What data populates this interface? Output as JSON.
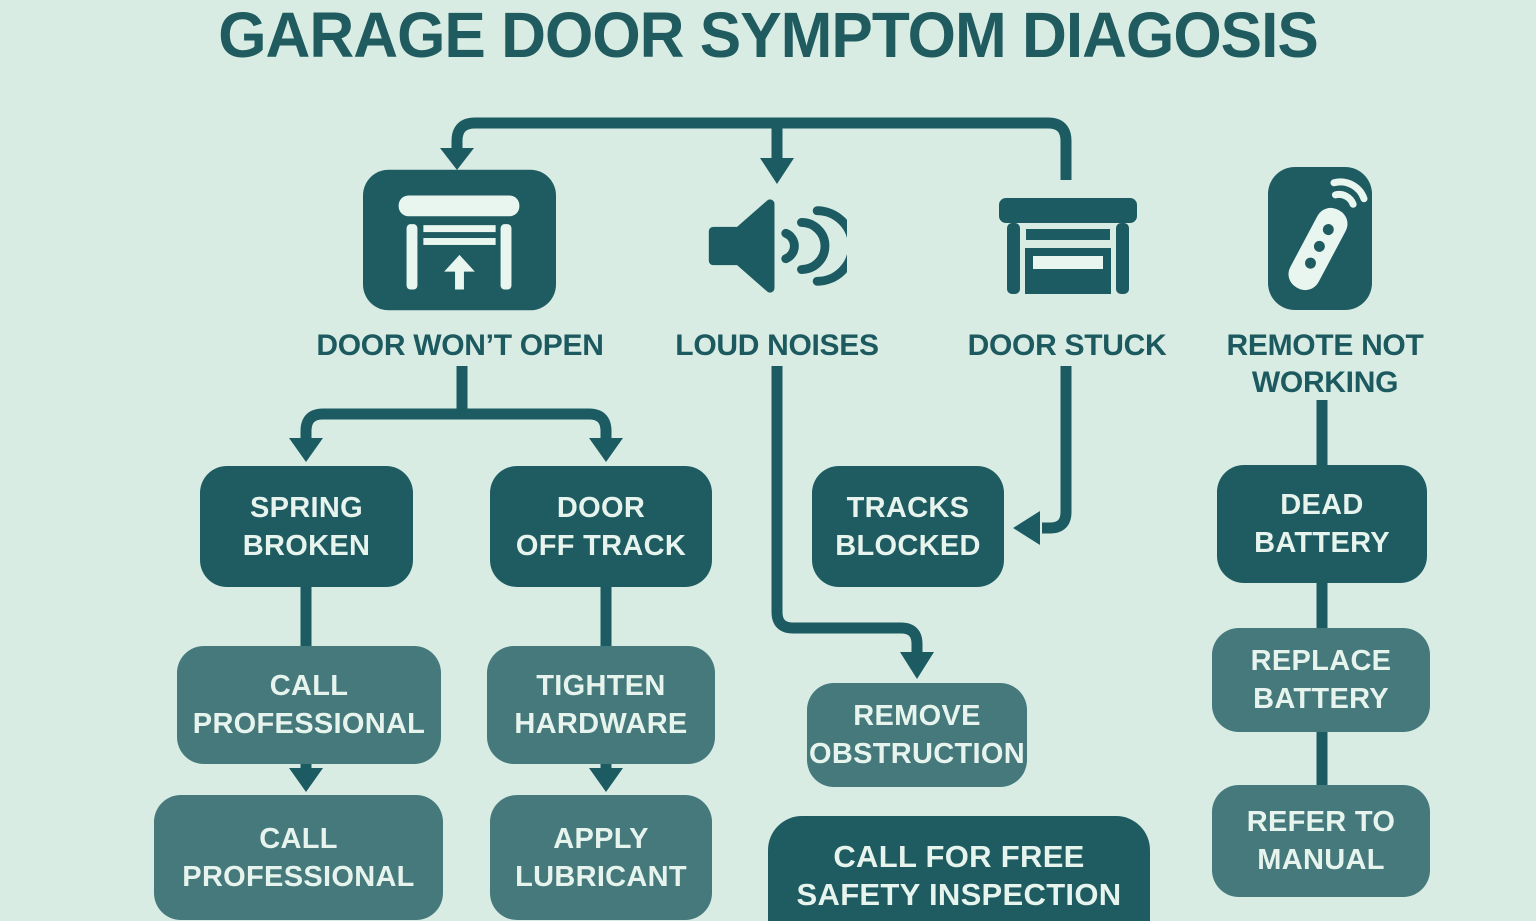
{
  "title": "GARAGE DOOR SYMPTOM DIAGOSIS",
  "palette": {
    "background": "#d8ece4",
    "dark_teal": "#1f5c62",
    "medium_teal": "#45797c",
    "line_teal": "#1c5b62",
    "heading_text": "#1c5a60",
    "box_text": "#e7f4ee"
  },
  "symptoms": [
    {
      "label": "DOOR WON’T OPEN",
      "icon": "garage-door-opening-icon"
    },
    {
      "label": "LOUD NOISES",
      "icon": "speaker-volume-icon"
    },
    {
      "label": "DOOR STUCK",
      "icon": "garage-door-closed-icon"
    },
    {
      "label": "REMOTE NOT\nWORKING",
      "icon": "remote-control-icon"
    }
  ],
  "causes": {
    "spring_broken": "SPRING\nBROKEN",
    "door_off_track": "DOOR\nOFF TRACK",
    "tracks_blocked": "TRACKS\nBLOCKED",
    "dead_battery": "DEAD\nBATTERY"
  },
  "actions": {
    "call_professional_1": "CALL\nPROFESSIONAL",
    "tighten_hardware": "TIGHTEN\nHARDWARE",
    "remove_obstruction": "REMOVE\nOBSTRUCTION",
    "replace_battery": "REPLACE\nBATTERY",
    "call_professional_2": "CALL\nPROFESSIONAL",
    "apply_lubricant": "APPLY\nLUBRICANT",
    "refer_to_manual": "REFER TO\nMANUAL"
  },
  "cta": {
    "label": "CALL FOR FREE\nSAFETY INSPECTION"
  },
  "edges": [
    {
      "from": "symptom-row-connector",
      "to": "door-wont-open"
    },
    {
      "from": "symptom-row-connector",
      "to": "loud-noises"
    },
    {
      "from": "symptom-row-connector",
      "to": "door-stuck"
    },
    {
      "from": "door-wont-open",
      "to": "spring-broken"
    },
    {
      "from": "door-wont-open",
      "to": "door-off-track"
    },
    {
      "from": "spring-broken",
      "to": "call-professional-1"
    },
    {
      "from": "call-professional-1",
      "to": "call-professional-2"
    },
    {
      "from": "door-off-track",
      "to": "tighten-hardware"
    },
    {
      "from": "tighten-hardware",
      "to": "apply-lubricant"
    },
    {
      "from": "loud-noises",
      "to": "remove-obstruction"
    },
    {
      "from": "door-stuck",
      "to": "tracks-blocked"
    },
    {
      "from": "remote-not-working",
      "to": "dead-battery"
    },
    {
      "from": "dead-battery",
      "to": "replace-battery"
    },
    {
      "from": "replace-battery",
      "to": "refer-to-manual"
    }
  ]
}
